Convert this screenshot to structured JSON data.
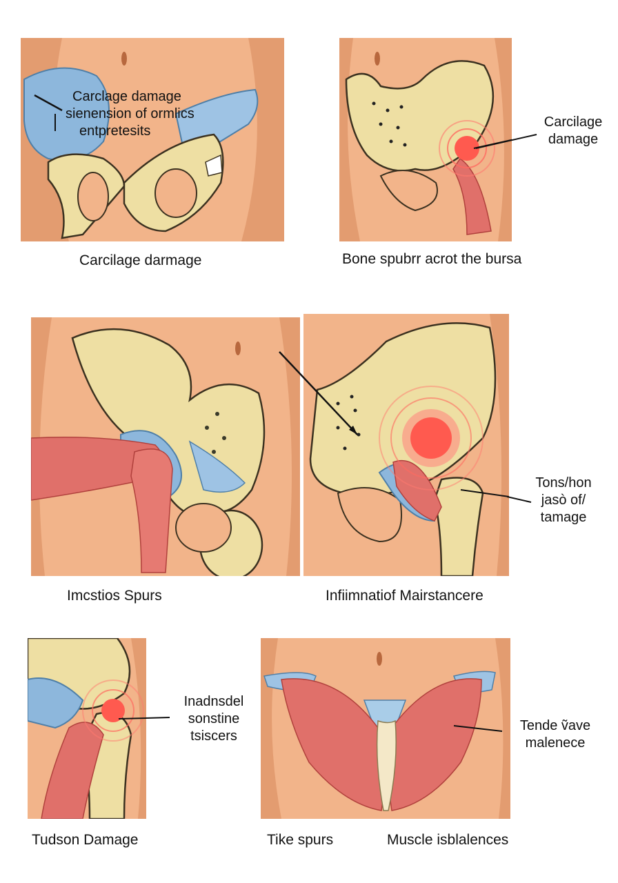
{
  "colors": {
    "skin": "#f2b48a",
    "skin_shadow": "#d98d62",
    "bone": "#eedfa3",
    "bone_outline": "#3b3120",
    "cartilage": "#8db7dc",
    "muscle": "#e0706a",
    "inflammation": "#ff5a4f"
  },
  "panels": [
    {
      "caption": "Carcilage darmage",
      "callout": [
        "Carclage damage",
        "sienension of ormlics",
        "entpretesits"
      ]
    },
    {
      "caption": "Bone spubrr acrot the bursa",
      "callout": [
        "Carcilage",
        "damage"
      ]
    },
    {
      "caption": "Imcstios Spurs",
      "callout": []
    },
    {
      "caption": "Infiimnatiof Mairstancere",
      "callout": [
        "Tons/hon",
        "jasò of/",
        "tamage"
      ]
    },
    {
      "caption": "Tudson Damage",
      "callout": [
        "Inadnsdel",
        "sonstine",
        "tsiscers"
      ]
    },
    {
      "caption": "Tike spurs",
      "callout": [
        "Tende ṽave",
        "malenece"
      ]
    },
    {
      "caption": "Muscle isblalences",
      "callout": []
    }
  ]
}
